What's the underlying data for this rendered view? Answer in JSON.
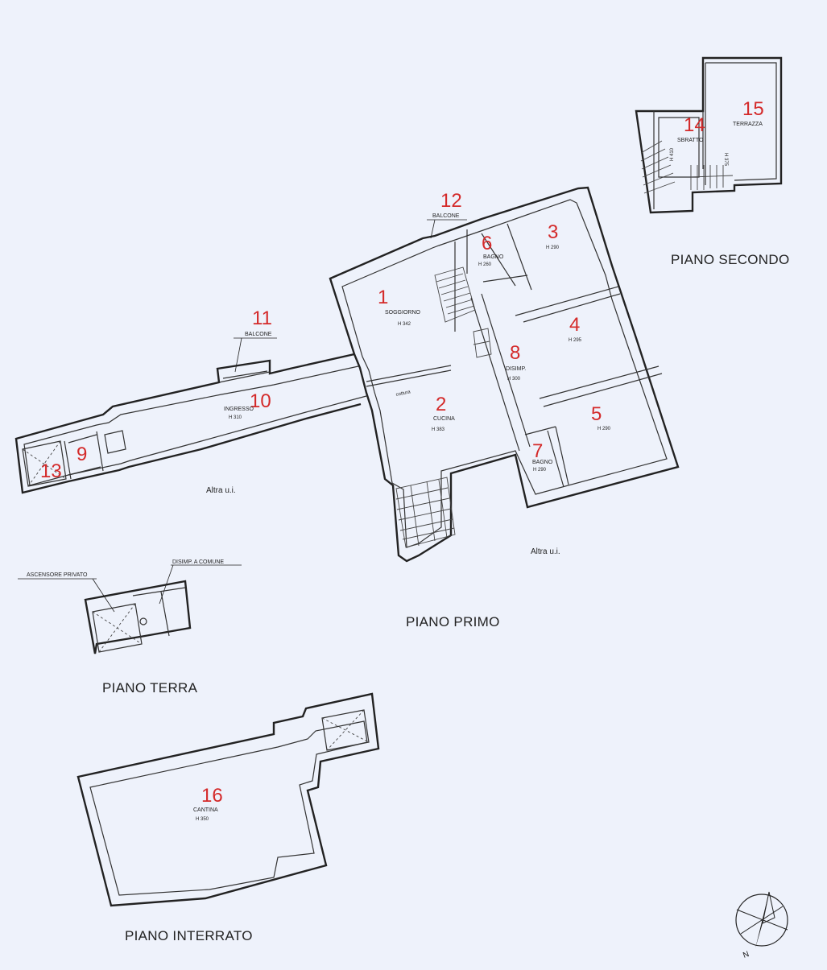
{
  "floors": {
    "secondo": "PIANO SECONDO",
    "primo": "PIANO PRIMO",
    "terra": "PIANO TERRA",
    "interrato": "PIANO INTERRATO"
  },
  "rooms": {
    "r1": {
      "num": "1",
      "name": "SOGGIORNO",
      "h": "H 342"
    },
    "r2": {
      "num": "2",
      "name": "CUCINA",
      "h": "H 383"
    },
    "r3": {
      "num": "3",
      "h": "H 290"
    },
    "r4": {
      "num": "4",
      "h": "H 295"
    },
    "r5": {
      "num": "5",
      "h": "H 290"
    },
    "r6": {
      "num": "6",
      "name": "BAGNO",
      "h": "H 260"
    },
    "r7": {
      "num": "7",
      "name": "BAGNO",
      "h": "H 290"
    },
    "r8": {
      "num": "8",
      "name": "DISIMP.",
      "h": "H 300"
    },
    "r9": {
      "num": "9"
    },
    "r10": {
      "num": "10",
      "name": "INGRESSO",
      "h": "H 310"
    },
    "r11": {
      "num": "11",
      "name": "BALCONE"
    },
    "r12": {
      "num": "12",
      "name": "BALCONE"
    },
    "r13": {
      "num": "13"
    },
    "r14": {
      "num": "14",
      "name": "SBRATTO"
    },
    "r15": {
      "num": "15",
      "name": "TERRAZZA"
    },
    "r16": {
      "num": "16",
      "name": "CANTINA",
      "h": "H 350"
    }
  },
  "notes": {
    "altra1": "Altra u.i.",
    "altra2": "Altra u.i.",
    "ascensore": "ASCENSORE PRIVATO",
    "disimp_comune": "DISIMP. A COMUNE",
    "cottura": "cottura",
    "h_sbratto_1": "H 410",
    "h_sbratto_2": "H 375",
    "north": "N"
  },
  "colors": {
    "background": "#eef2fb",
    "walls": "#222222",
    "room_numbers": "#d42a2a"
  }
}
